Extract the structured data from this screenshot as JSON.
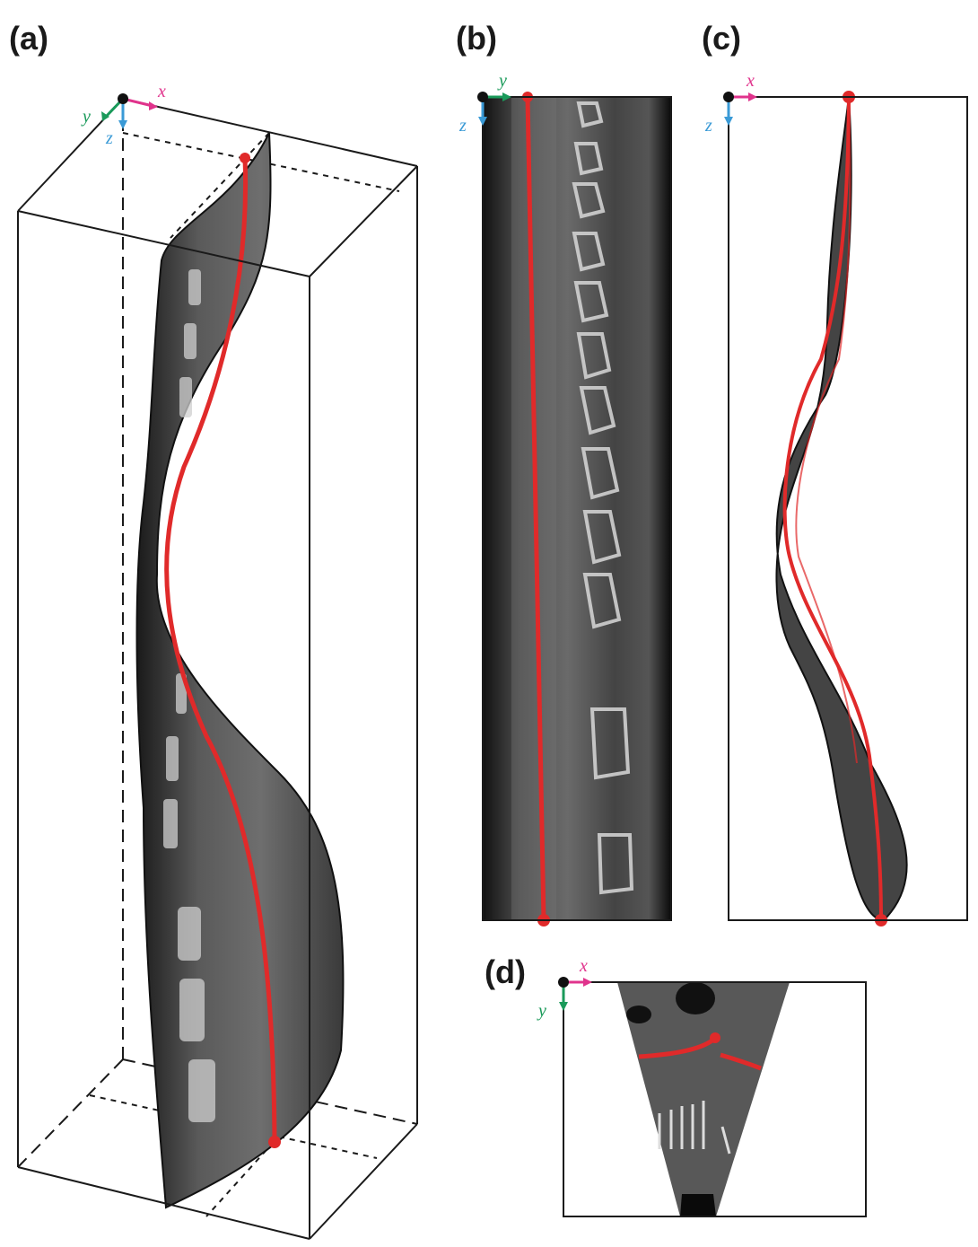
{
  "figure": {
    "panels": [
      {
        "id": "a",
        "label": "(a)",
        "view": "3D perspective",
        "axes": [
          "x",
          "y",
          "z"
        ]
      },
      {
        "id": "b",
        "label": "(b)",
        "view": "sagittal (y-z plane)",
        "axes": [
          "y",
          "z"
        ]
      },
      {
        "id": "c",
        "label": "(c)",
        "view": "coronal (x-z plane)",
        "axes": [
          "x",
          "z"
        ]
      },
      {
        "id": "d",
        "label": "(d)",
        "view": "axial (x-y plane)",
        "axes": [
          "x",
          "y"
        ]
      }
    ],
    "axis_labels": {
      "x": "x",
      "y": "y",
      "z": "z"
    },
    "colors": {
      "x_axis": "#e0338c",
      "y_axis": "#1a9a5a",
      "z_axis": "#3a9ad6",
      "centerline": "#e02a2a",
      "origin": "#111111",
      "box": "#1a1a1a",
      "ct_slice": "#555555"
    }
  }
}
